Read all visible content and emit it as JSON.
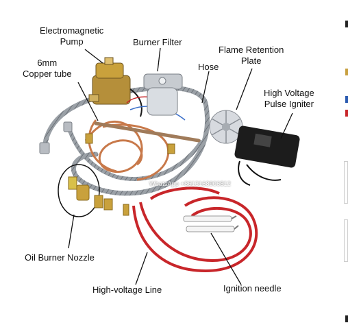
{
  "labels": {
    "pump": [
      "Electromagnetic",
      "Pump"
    ],
    "filter": "Burner Filter",
    "flame_plate": [
      "Flame Retention",
      "Plate"
    ],
    "copper_tube": [
      "6mm",
      "Copper tube"
    ],
    "hose": "Hose",
    "igniter": [
      "High Voltage",
      "Pulse Igniter"
    ],
    "nozzle": "Oil Burner Nozzle",
    "hv_line": "High-voltage Line",
    "ignition_needle": "Ignition needle"
  },
  "watermark": "WhatsApp +8613168906812",
  "colors": {
    "leader": "#111111",
    "hose_braid": "#8c9097",
    "copper": "#c8794a",
    "red_wire": "#c8262a",
    "brass": "#c9a13c",
    "igniter_body": "#1c1c1c"
  }
}
